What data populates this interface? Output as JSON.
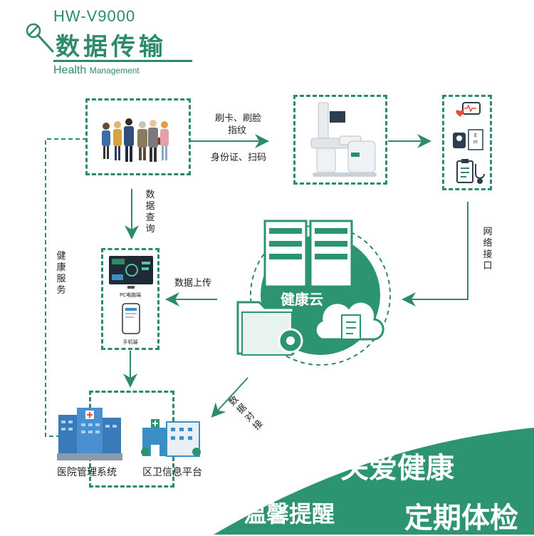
{
  "header": {
    "model": "HW-V9000",
    "title": "数据传输",
    "subtitle_main": "Health",
    "subtitle_small": "Management"
  },
  "flow": {
    "auth_line1": "刷卡、刷脸",
    "auth_line2": "指纹",
    "auth_line3": "身份证、扫码",
    "data_query": "数据查询",
    "network_interface": "网络接口",
    "data_upload": "数据上传",
    "health_service": "健康服务",
    "data_connect": "数据对接",
    "cloud_label": "健康云",
    "pc_label": "PC电脑端",
    "mobile_label": "手机端",
    "hospital_label": "医院管理系统",
    "clinic_label": "区卫信息平台"
  },
  "banner": {
    "slogan1": "关爱健康",
    "slogan2": "温馨提醒",
    "slogan3": "定期体检"
  },
  "colors": {
    "primary": "#2e8b6a",
    "banner_bg": "#2d9471"
  }
}
